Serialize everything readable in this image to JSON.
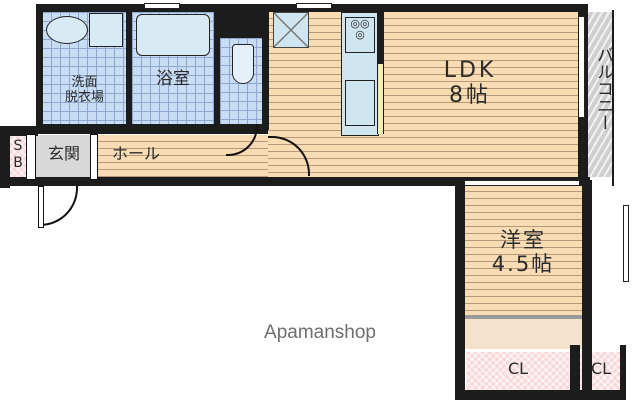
{
  "floorplan": {
    "rooms": {
      "washroom": {
        "label_line1": "洗面",
        "label_line2": "脱衣場"
      },
      "bathroom": {
        "label": "浴室"
      },
      "ldk": {
        "label": "LDK",
        "size": "8帖"
      },
      "western_room": {
        "label": "洋室",
        "size": "4.5帖"
      },
      "balcony": {
        "label": "バルコニー"
      },
      "entrance": {
        "label": "玄関"
      },
      "hall": {
        "label": "ホール"
      },
      "shoe_box": {
        "label_line1": "S",
        "label_line2": "B"
      },
      "closet_1": {
        "label": "CL"
      },
      "closet_2": {
        "label": "CL"
      }
    },
    "watermark": "Apamanshop",
    "colors": {
      "wall": "#1c1c1c",
      "wood_floor": "#f7dcb4",
      "tile": "#c8dcf4",
      "entrance": "#d8d8d8",
      "closet": "#f6d6d8",
      "balcony": "#cfcfcf",
      "kitchen": "#cfe6f0"
    }
  }
}
